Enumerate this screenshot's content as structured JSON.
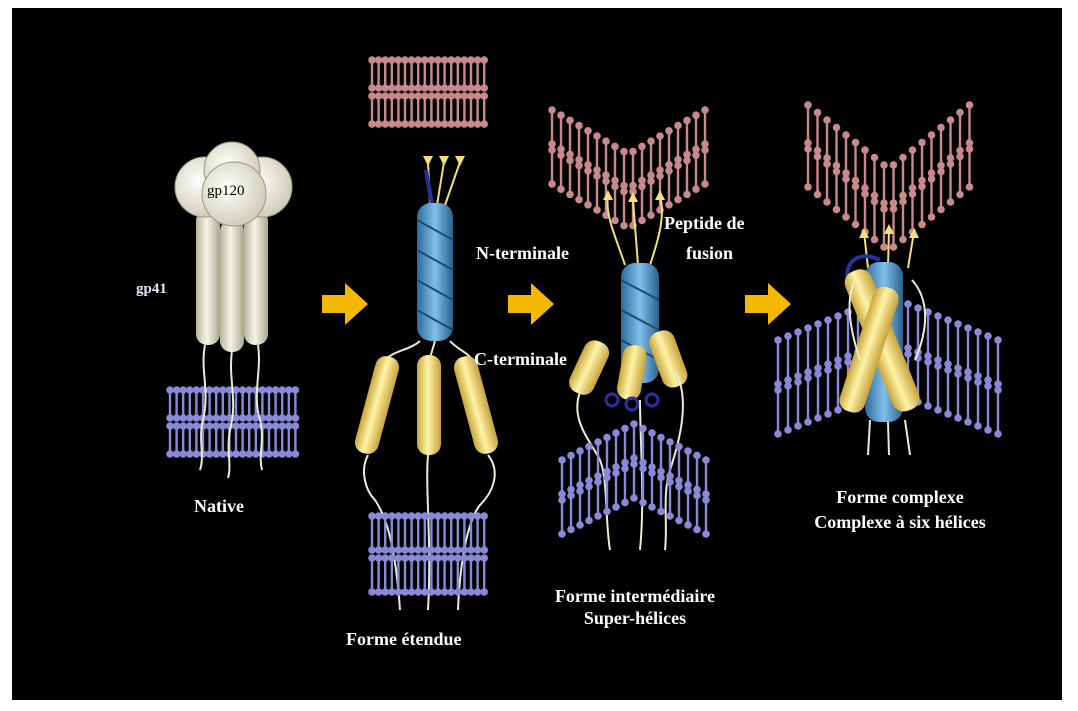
{
  "labels": {
    "gp120": "gp120",
    "gp41": "gp41",
    "native": "Native",
    "forme_etendue": "Forme étendue",
    "n_terminale": "N-terminale",
    "c_terminale": "C-terminale",
    "peptide_line1": "Peptide de",
    "peptide_line2": "fusion",
    "intermediaire_line1": "Forme intermédiaire",
    "intermediaire_line2": "Super-hélices",
    "complexe_line1": "Forme complexe",
    "complexe_line2": "Complexe à six hélices"
  },
  "colors": {
    "background": "#000000",
    "arrow": "#f5b800",
    "membrane_top": "#c9898b",
    "membrane_bottom": "#8a88d8",
    "helix_blue": "#5a9fd0",
    "helix_yellow": "#f3e07a",
    "gp_cream": "#ecebd6"
  }
}
